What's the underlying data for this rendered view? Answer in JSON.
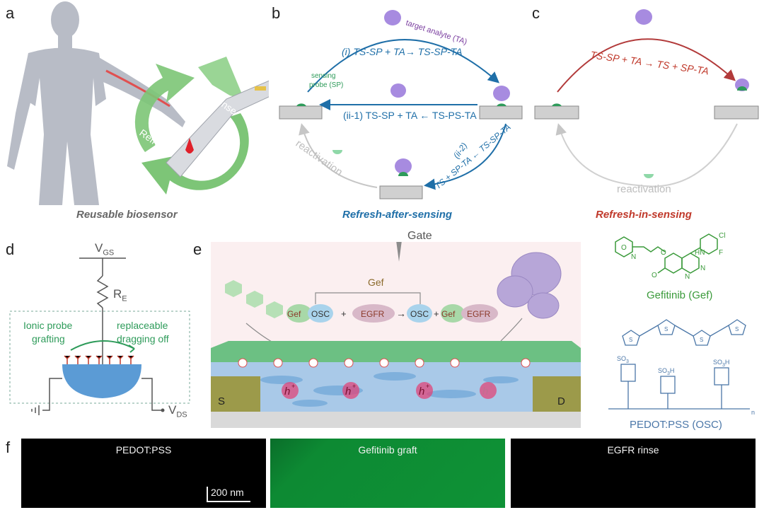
{
  "panels": {
    "a": "a",
    "b": "b",
    "c": "c",
    "d": "d",
    "e": "e",
    "f": "f"
  },
  "panel_a": {
    "caption": "Reusable biosensor",
    "arrow_sense": "Sense",
    "arrow_refresh": "Refresh"
  },
  "panel_b": {
    "caption": "Refresh-after-sensing",
    "target_analyte": "target analyte (TA)",
    "sensing_probe_line1": "sensing",
    "sensing_probe_line2": "probe (SP)",
    "reaction_i": "(i) TS-SP + TA→ TS-SP-TA",
    "reaction_ii1": "(ii-1) TS-SP + TA ← TS-PS-TA",
    "reaction_ii2_label": "(ii-2)",
    "reaction_ii2": "TS + SP-TA ← TS-SP-TA",
    "reactivation": "reactivation"
  },
  "panel_c": {
    "caption": "Refresh-in-sensing",
    "reaction": "TS-SP + TA → TS + SP-TA",
    "reactivation": "reactivation"
  },
  "panel_d": {
    "vgs": "V",
    "vgs_sub": "GS",
    "re": "R",
    "re_sub": "E",
    "vds": "V",
    "vds_sub": "DS",
    "left_label_1": "Ionic probe",
    "left_label_2": "grafting",
    "right_label_1": "replaceable",
    "right_label_2": "dragging off"
  },
  "panel_e": {
    "gate": "Gate",
    "gef": "Gef",
    "gef_small": "Gef",
    "osc": "OSC",
    "egfr": "EGFR",
    "plus": "+",
    "arrow": "→",
    "source": "S",
    "drain": "D",
    "hole": "h",
    "hole_sup": "+"
  },
  "structures": {
    "gefitinib": "Gefitinib (Gef)",
    "pedot": "PEDOT:PSS (OSC)",
    "cl": "Cl",
    "f": "F",
    "hn": "HN",
    "o": "O",
    "n": "N",
    "s": "S",
    "so3": "SO",
    "so3_sub": "3",
    "so3h": "SO",
    "so3h_sub": "3",
    "so3h_h": "H",
    "n_sub": "n"
  },
  "panel_f": {
    "image1_title": "PEDOT:PSS",
    "image2_title": "Gefitinib graft",
    "image3_title": "EGFR rinse",
    "scalebar": "200 nm"
  },
  "colors": {
    "blue_text": "#1f6fa8",
    "red_text": "#c0392b",
    "purple_text": "#7b3fa0",
    "green_text": "#2e9b5a",
    "structure_green": "#3a9a3a",
    "structure_blue": "#4b77a8",
    "green_image": "#0d8a33",
    "black_image": "#000000"
  }
}
